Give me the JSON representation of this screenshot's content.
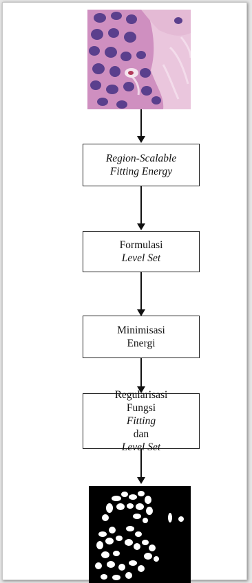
{
  "diagram": {
    "input_image": {
      "label": "histology-tissue-image"
    },
    "steps": [
      {
        "line1": [
          {
            "t": "Region-Scalable",
            "i": true
          }
        ],
        "line2": [
          {
            "t": "Fitting Energy",
            "i": true
          }
        ]
      },
      {
        "line1": [
          {
            "t": "Formulasi",
            "i": false
          }
        ],
        "line2": [
          {
            "t": "Level Set",
            "i": true
          }
        ]
      },
      {
        "line1": [
          {
            "t": "Minimisasi",
            "i": false
          }
        ],
        "line2": [
          {
            "t": "Energi",
            "i": false
          }
        ]
      },
      {
        "line1": [
          {
            "t": "Regularisasi",
            "i": false
          }
        ],
        "line2": [
          {
            "t": "Fungsi ",
            "i": false
          },
          {
            "t": "Fitting",
            "i": true
          }
        ],
        "line3": [
          {
            "t": "dan ",
            "i": false
          },
          {
            "t": "Level Set",
            "i": true
          }
        ]
      }
    ],
    "output_image": {
      "label": "binary-segmentation-mask"
    },
    "colors": {
      "stroke": "#111111",
      "tissue": "#d9a2c8",
      "nucleus": "#5b3f8d"
    }
  }
}
